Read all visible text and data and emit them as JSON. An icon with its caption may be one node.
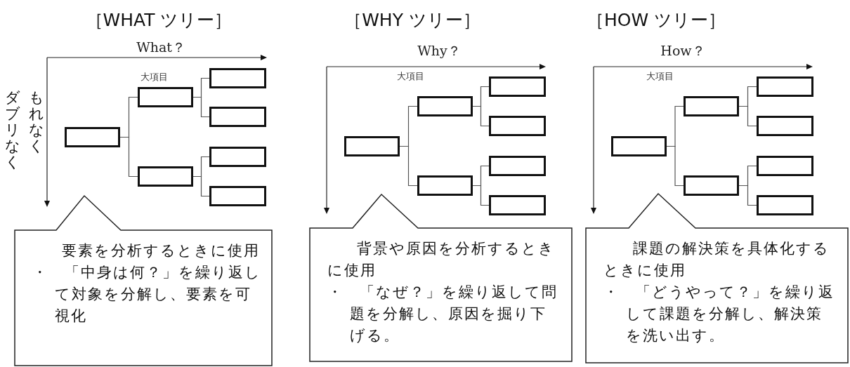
{
  "diagram": {
    "nodes": [
      {
        "text": [],
        "shape": "box"
      },
      {
        "text": [],
        "shape": "box"
      },
      {
        "text": [],
        "shape": "box"
      },
      {
        "text": [],
        "shape": "box"
      },
      {
        "text": [],
        "shape": "box"
      },
      {
        "text": [],
        "shape": "box"
      },
      {
        "text": [],
        "shape": "box"
      },
      {
        "text": [
          "要素を分析するときに使用",
          "・　「中身は何？」を繰り返して対象を分解し、要素を可視化"
        ]
      },
      {
        "text": [],
        "shape": "box"
      },
      {
        "text": [],
        "shape": "box"
      },
      {
        "text": [],
        "shape": "box"
      },
      {
        "text": [],
        "shape": "box"
      },
      {
        "text": [],
        "shape": "box"
      },
      {
        "text": [],
        "shape": "box"
      },
      {
        "text": [],
        "shape": "box"
      },
      {
        "text": [
          "背景や原因を分析するときに使用",
          "・　「なぜ？」を繰り返して問題を分解し、原因を掘り下げる。"
        ]
      },
      {
        "text": [],
        "shape": "box"
      },
      {
        "text": [],
        "shape": "box"
      },
      {
        "text": [],
        "shape": "box"
      },
      {
        "text": [],
        "shape": "box"
      },
      {
        "text": [],
        "shape": "box"
      },
      {
        "text": [],
        "shape": "box"
      },
      {
        "text": [],
        "shape": "box"
      },
      {
        "text": [
          "課題の解決策を具体化するときに使用",
          "・　「どうやって？」を繰り返して課題を分解し、解決策を洗い出す。"
        ]
      }
    ],
    "edges": [
      {
        "from": 0,
        "to": 1,
        "arrow": "none"
      },
      {
        "from": 0,
        "to": 2,
        "arrow": "none"
      },
      {
        "from": 1,
        "to": 3,
        "arrow": "none"
      },
      {
        "from": 1,
        "to": 4,
        "arrow": "none"
      },
      {
        "from": 2,
        "to": 5,
        "arrow": "none"
      },
      {
        "from": 2,
        "to": 6,
        "arrow": "none"
      },
      {
        "from": 8,
        "to": 9,
        "arrow": "none"
      },
      {
        "from": 8,
        "to": 10,
        "arrow": "none"
      },
      {
        "from": 9,
        "to": 11,
        "arrow": "none"
      },
      {
        "from": 9,
        "to": 12,
        "arrow": "none"
      },
      {
        "from": 10,
        "to": 13,
        "arrow": "none"
      },
      {
        "from": 10,
        "to": 14,
        "arrow": "none"
      },
      {
        "from": 16,
        "to": 17,
        "arrow": "none"
      },
      {
        "from": 16,
        "to": 18,
        "arrow": "none"
      },
      {
        "from": 17,
        "to": 19,
        "arrow": "none"
      },
      {
        "from": 17,
        "to": 20,
        "arrow": "none"
      },
      {
        "from": 18,
        "to": 21,
        "arrow": "none"
      },
      {
        "from": 18,
        "to": 22,
        "arrow": "none"
      }
    ],
    "labels": [
      "［WHAT ツリー］",
      "What？",
      "大項目",
      "もれなく",
      "ダブリなく",
      "［WHY ツリー］",
      "Why？",
      "大項目",
      "［HOW ツリー］",
      "How？",
      "大項目"
    ]
  }
}
